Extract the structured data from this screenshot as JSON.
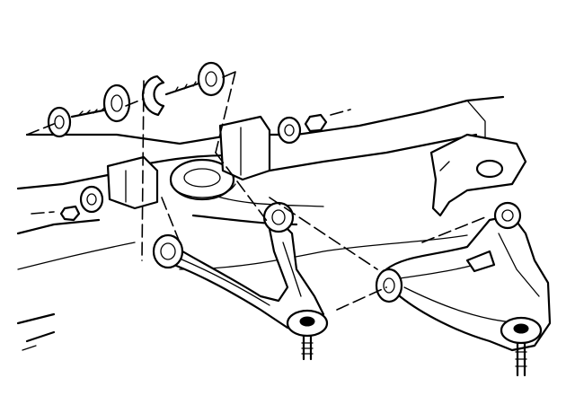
{
  "diagram": {
    "colors": {
      "ink": "#000000",
      "paper": "#ffffff"
    },
    "parts": [
      "frame-crossmember",
      "upper-control-arm",
      "lower-control-arm",
      "pivot-bolt",
      "cam-washer",
      "cam-bolt",
      "nut",
      "bushing",
      "ball-joint"
    ],
    "labels": []
  }
}
